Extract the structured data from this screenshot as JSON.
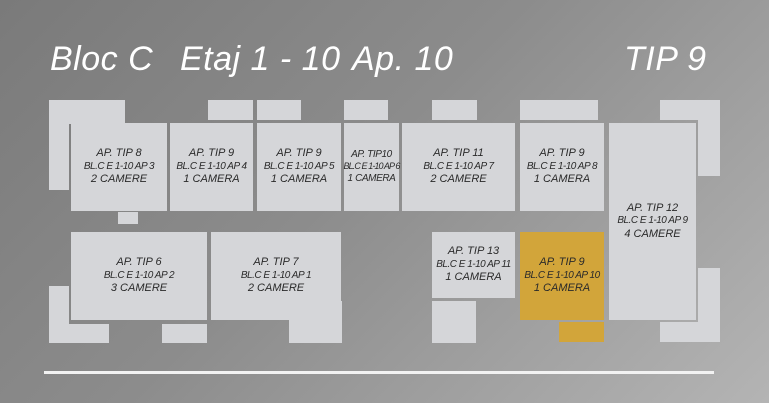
{
  "header": {
    "bloc": "Bloc C",
    "etaj": "Etaj 1 - 10",
    "ap": "Ap. 10",
    "tip": "TIP 9"
  },
  "colors": {
    "highlight": "#d2a53a",
    "block": "#d5d6d9",
    "text": "#2a2a2a"
  },
  "apartments": [
    {
      "l1": "AP. TIP 8",
      "l2": "BL.C E 1-10 AP 3",
      "l3": "2 CAMERE"
    },
    {
      "l1": "AP. TIP 9",
      "l2": "BL.C E 1-10 AP 4",
      "l3": "1 CAMERA"
    },
    {
      "l1": "AP. TIP 9",
      "l2": "BL.C E 1-10 AP 5",
      "l3": "1 CAMERA"
    },
    {
      "l1": "AP. TIP10",
      "l2": "BL.C E 1-10 AP 6",
      "l3": "1 CAMERA"
    },
    {
      "l1": "AP. TIP 11",
      "l2": "BL.C E 1-10 AP 7",
      "l3": "2 CAMERE"
    },
    {
      "l1": "AP. TIP 9",
      "l2": "BL.C E 1-10 AP 8",
      "l3": "1 CAMERA"
    },
    {
      "l1": "AP. TIP 12",
      "l2": "BL.C E 1-10 AP 9",
      "l3": "4 CAMERE"
    },
    {
      "l1": "AP. TIP 6",
      "l2": "BL.C E 1-10 AP 2",
      "l3": "3 CAMERE"
    },
    {
      "l1": "AP. TIP 7",
      "l2": "BL.C E 1-10 AP 1",
      "l3": "2 CAMERE"
    },
    {
      "l1": "AP. TIP 13",
      "l2": "BL.C E 1-10 AP 11",
      "l3": "1 CAMERA"
    },
    {
      "l1": "AP. TIP 9",
      "l2": "BL.C E 1-10 AP 10",
      "l3": "1 CAMERA"
    }
  ]
}
